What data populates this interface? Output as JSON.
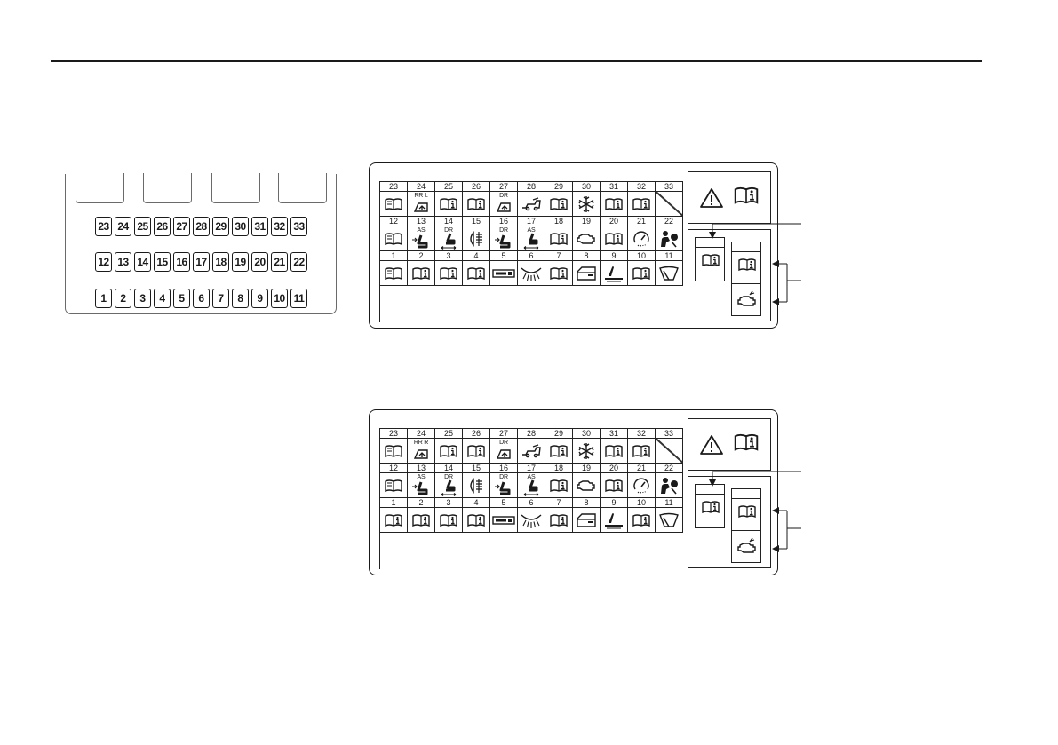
{
  "fuse_block": {
    "rows": [
      [
        "23",
        "24",
        "25",
        "26",
        "27",
        "28",
        "29",
        "30",
        "31",
        "32",
        "33"
      ],
      [
        "12",
        "13",
        "14",
        "15",
        "16",
        "17",
        "18",
        "19",
        "20",
        "21",
        "22"
      ],
      [
        "1",
        "2",
        "3",
        "4",
        "5",
        "6",
        "7",
        "8",
        "9",
        "10",
        "11"
      ]
    ]
  },
  "grid_numbers": [
    [
      "23",
      "24",
      "25",
      "26",
      "27",
      "28",
      "29",
      "30",
      "31",
      "32",
      "33"
    ],
    [
      "12",
      "13",
      "14",
      "15",
      "16",
      "17",
      "18",
      "19",
      "20",
      "21",
      "22"
    ],
    [
      "1",
      "2",
      "3",
      "4",
      "5",
      "6",
      "7",
      "8",
      "9",
      "10",
      "11"
    ]
  ],
  "panels": [
    {
      "id": "top",
      "rows": [
        [
          {
            "icon": "book"
          },
          {
            "icon": "mirror-icon",
            "label": "RR L"
          },
          {
            "icon": "book-info"
          },
          {
            "icon": "book-info"
          },
          {
            "icon": "mirror-icon",
            "label": "DR"
          },
          {
            "icon": "car-trunk-icon"
          },
          {
            "icon": "book-info"
          },
          {
            "icon": "snowflake-icon"
          },
          {
            "icon": "book-info"
          },
          {
            "icon": "book-info"
          },
          {
            "icon": "blank-diagonal"
          }
        ],
        [
          {
            "icon": "book"
          },
          {
            "icon": "seat-recline-icon",
            "label": "AS"
          },
          {
            "icon": "seat-slide-icon",
            "label": "DR"
          },
          {
            "icon": "fog-light-icon"
          },
          {
            "icon": "seat-recline-icon",
            "label": "DR"
          },
          {
            "icon": "seat-slide-icon",
            "label": "AS"
          },
          {
            "icon": "book-info"
          },
          {
            "icon": "engine-icon"
          },
          {
            "icon": "book-info"
          },
          {
            "icon": "gauge-icon"
          },
          {
            "icon": "airbag-icon"
          }
        ],
        [
          {
            "icon": "book"
          },
          {
            "icon": "book-info"
          },
          {
            "icon": "book-info"
          },
          {
            "icon": "book-info"
          },
          {
            "icon": "radio-icon"
          },
          {
            "icon": "dome-light-icon"
          },
          {
            "icon": "book-info"
          },
          {
            "icon": "door-icon"
          },
          {
            "icon": "seat-heater-icon"
          },
          {
            "icon": "book-info"
          },
          {
            "icon": "wiper-icon"
          }
        ]
      ]
    },
    {
      "id": "bottom",
      "rows": [
        [
          {
            "icon": "book"
          },
          {
            "icon": "mirror-icon",
            "label": "RR R"
          },
          {
            "icon": "book-info"
          },
          {
            "icon": "book-info"
          },
          {
            "icon": "mirror-icon",
            "label": "DR"
          },
          {
            "icon": "car-trunk-icon"
          },
          {
            "icon": "book-info"
          },
          {
            "icon": "snowflake-icon"
          },
          {
            "icon": "book-info"
          },
          {
            "icon": "book-info"
          },
          {
            "icon": "blank-diagonal"
          }
        ],
        [
          {
            "icon": "book"
          },
          {
            "icon": "seat-recline-icon",
            "label": "AS"
          },
          {
            "icon": "seat-slide-icon",
            "label": "DR"
          },
          {
            "icon": "fog-light-icon"
          },
          {
            "icon": "seat-recline-icon",
            "label": "DR"
          },
          {
            "icon": "seat-slide-icon",
            "label": "AS"
          },
          {
            "icon": "book-info"
          },
          {
            "icon": "engine-icon"
          },
          {
            "icon": "book-info"
          },
          {
            "icon": "gauge-icon"
          },
          {
            "icon": "airbag-icon"
          }
        ],
        [
          {
            "icon": "book-info"
          },
          {
            "icon": "book-info"
          },
          {
            "icon": "book-info"
          },
          {
            "icon": "book-info"
          },
          {
            "icon": "radio-icon"
          },
          {
            "icon": "dome-light-icon"
          },
          {
            "icon": "book-info"
          },
          {
            "icon": "door-icon"
          },
          {
            "icon": "seat-heater-icon"
          },
          {
            "icon": "book-info"
          },
          {
            "icon": "wiper-icon"
          }
        ]
      ]
    }
  ],
  "legend_icons": [
    "warning-triangle-icon",
    "manual-info-icon"
  ],
  "colors": {
    "ink": "#1a1a1a",
    "line": "#222222"
  }
}
